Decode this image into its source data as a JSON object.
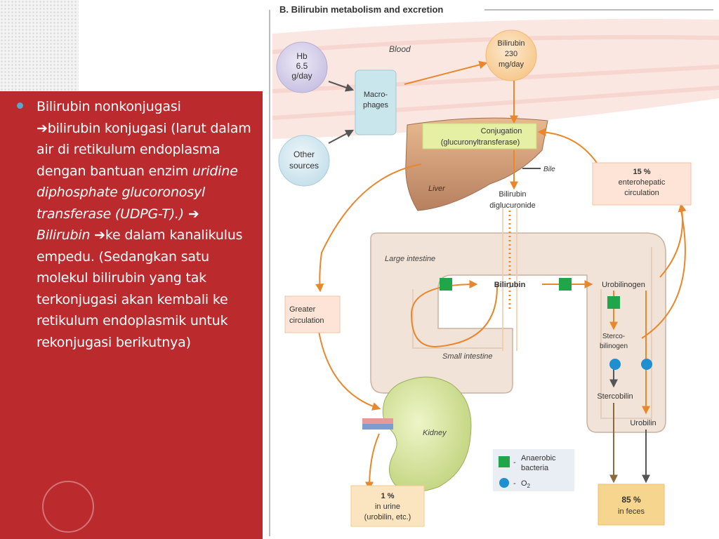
{
  "slide": {
    "bullet": {
      "p1": "Bilirubin nonkonjugasi",
      "arrow": "➔",
      "p2": "bilirubin  konjugasi (larut dalam air di retikulum endoplasma dengan bantuan  enzim ",
      "p3": "uridine diphosphate glucoronosyl transferase (UDPG-T).)",
      "p4": "Bilirubin ",
      "p5": "ke dalam kanalikulus empedu. (Sedangkan satu molekul bilirubin yang tak terkonjugasi akan kembali ke retikulum endoplasmik untuk rekonjugasi berikutnya)"
    }
  },
  "diagram": {
    "title": "B. Bilirubin metabolism and excretion",
    "blood": "Blood",
    "hb": [
      "Hb",
      "6.5",
      "g/day"
    ],
    "macrophages": [
      "Macro-",
      "phages"
    ],
    "other_sources": [
      "Other",
      "sources"
    ],
    "bilirubin_blood": [
      "Bilirubin",
      "230",
      "mg/day"
    ],
    "conjugation": [
      "Conjugation",
      "(glucuronyltransferase)"
    ],
    "bile": "Bile",
    "liver": "Liver",
    "bilirubin_diglucuronide": [
      "Bilirubin",
      "diglucuronide"
    ],
    "enterohepatic": [
      "15 %",
      "enterohepatic",
      "circulation"
    ],
    "large_intestine": "Large intestine",
    "greater_circulation": [
      "Greater",
      "circulation"
    ],
    "bilirubin_gut": "Bilirubin",
    "urobilinogen": "Urobilinogen",
    "stercobilinogen": [
      "Sterco-",
      "bilinogen"
    ],
    "small_intestine": "Small intestine",
    "stercobilin": "Stercobilin",
    "urobilin": "Urobilin",
    "kidney": "Kidney",
    "legend": {
      "anaerobic": [
        "Anaerobic",
        "bacteria"
      ],
      "o2": "O",
      "o2_sub": "2",
      "dash": "-"
    },
    "urine": [
      "1 %",
      "in urine",
      "(urobilin, etc.)"
    ],
    "feces": [
      "85 %",
      "in feces"
    ],
    "colors": {
      "arrow_orange": "#e8872c",
      "arrow_brown": "#8b6a3e",
      "arrow_gray": "#555555",
      "bacteria": "#1fa64a",
      "oxygen": "#1e8fd0"
    }
  }
}
